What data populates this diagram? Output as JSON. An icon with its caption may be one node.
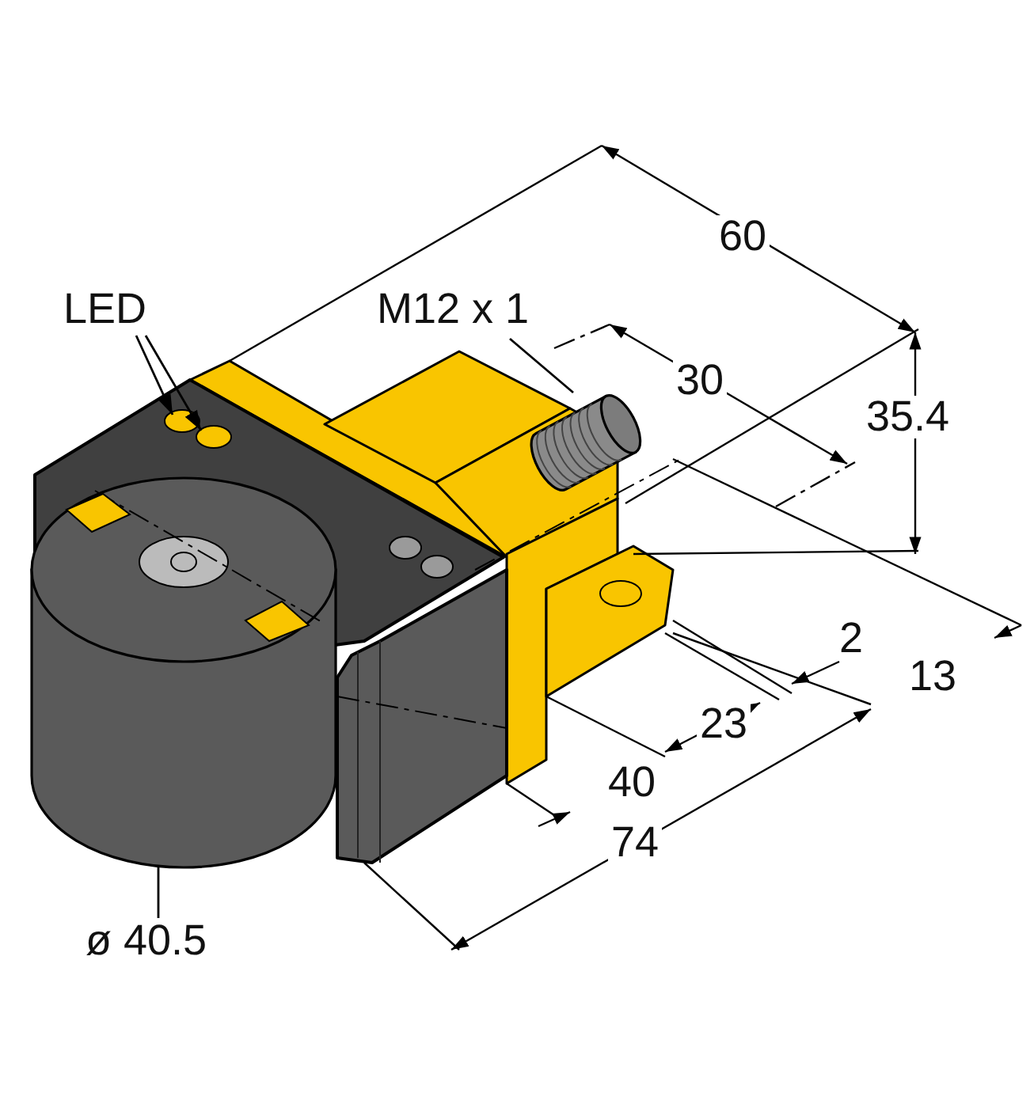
{
  "diagram": {
    "nodes": [
      {
        "text": [
          "LED"
        ]
      },
      {
        "text": [],
        "shape": "circle"
      },
      {
        "text": [],
        "shape": "circle"
      },
      {
        "text": [
          "M12 x 1"
        ]
      },
      {
        "text": [],
        "shape": "cylinder"
      },
      {
        "text": [
          "ø 40.5"
        ]
      },
      {
        "text": [],
        "shape": "cylinder"
      }
    ],
    "edges": [
      {
        "from": 0,
        "to": 1,
        "arrow": "to"
      },
      {
        "from": 0,
        "to": 2,
        "arrow": "to"
      },
      {
        "from": 3,
        "to": 4,
        "arrow": "none"
      },
      {
        "from": 5,
        "to": 6,
        "arrow": "none"
      }
    ],
    "labels": [
      "60",
      "30",
      "35.4",
      "13",
      "2",
      "23",
      "40",
      "74"
    ]
  }
}
